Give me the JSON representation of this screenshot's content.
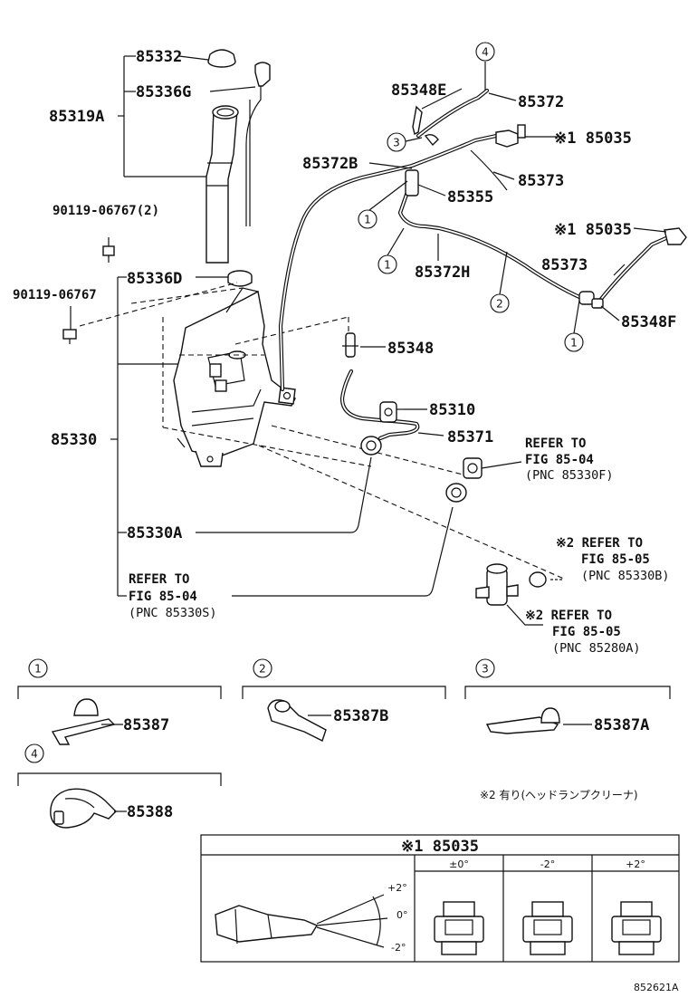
{
  "labels": {
    "p85332": "85332",
    "p85336G": "85336G",
    "p85319A": "85319A",
    "p9011906767_2": "90119-06767(2)",
    "p85336D": "85336D",
    "p9011906767": "90119-06767",
    "p85330": "85330",
    "p85330A": "85330A",
    "p85348E": "85348E",
    "p85372": "85372",
    "p85035a": "※1 85035",
    "p85372B": "85372B",
    "p85373a": "85373",
    "p85355": "85355",
    "p85035b": "※1 85035",
    "p85372H": "85372H",
    "p85373b": "85373",
    "p85348F": "85348F",
    "p85348": "85348",
    "p85310": "85310",
    "p85371": "85371",
    "p85387": "85387",
    "p85387B": "85387B",
    "p85387A": "85387A",
    "p85388": "85388"
  },
  "refs": {
    "r1_l1": "REFER TO",
    "r1_l2": "FIG 85-04",
    "r1_l3": "(PNC 85330F)",
    "r2_l1": "※2 REFER TO",
    "r2_l2": "FIG 85-05",
    "r2_l3": "(PNC 85330B)",
    "r3_l1": "※2 REFER TO",
    "r3_l2": "FIG 85-05",
    "r3_l3": "(PNC 85280A)",
    "r4_l1": "REFER TO",
    "r4_l2": "FIG 85-04",
    "r4_l3": "(PNC 85330S)"
  },
  "callouts": [
    "1",
    "2",
    "3",
    "4"
  ],
  "note_jp": "※2 有り(ヘッドランプクリーナ)",
  "table": {
    "title": "※1 85035",
    "col1": "±0°",
    "col2": "-2°",
    "col3": "+2°",
    "angle_top": "+2°",
    "angle_mid": "0°",
    "angle_bot": "-2°"
  },
  "figure_id": "852621A",
  "colors": {
    "line": "#111111",
    "background": "#ffffff"
  }
}
